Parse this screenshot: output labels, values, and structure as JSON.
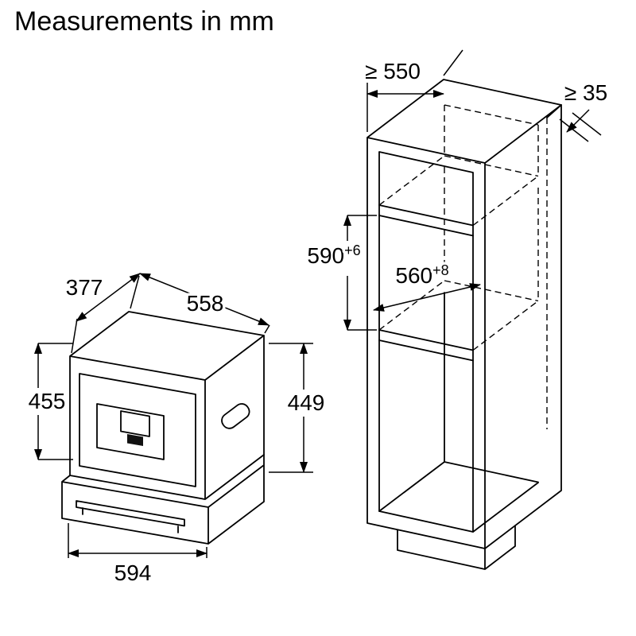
{
  "title": "Measurements in mm",
  "appliance": {
    "depth": "377",
    "top_width": "558",
    "left_height": "455",
    "right_height": "449",
    "base_width": "594"
  },
  "cabinet": {
    "min_depth": "≥ 550",
    "min_rear_gap": "≥ 35",
    "niche_height": {
      "value": "590",
      "tol": "+6"
    },
    "niche_width": {
      "value": "560",
      "tol": "+8"
    }
  }
}
